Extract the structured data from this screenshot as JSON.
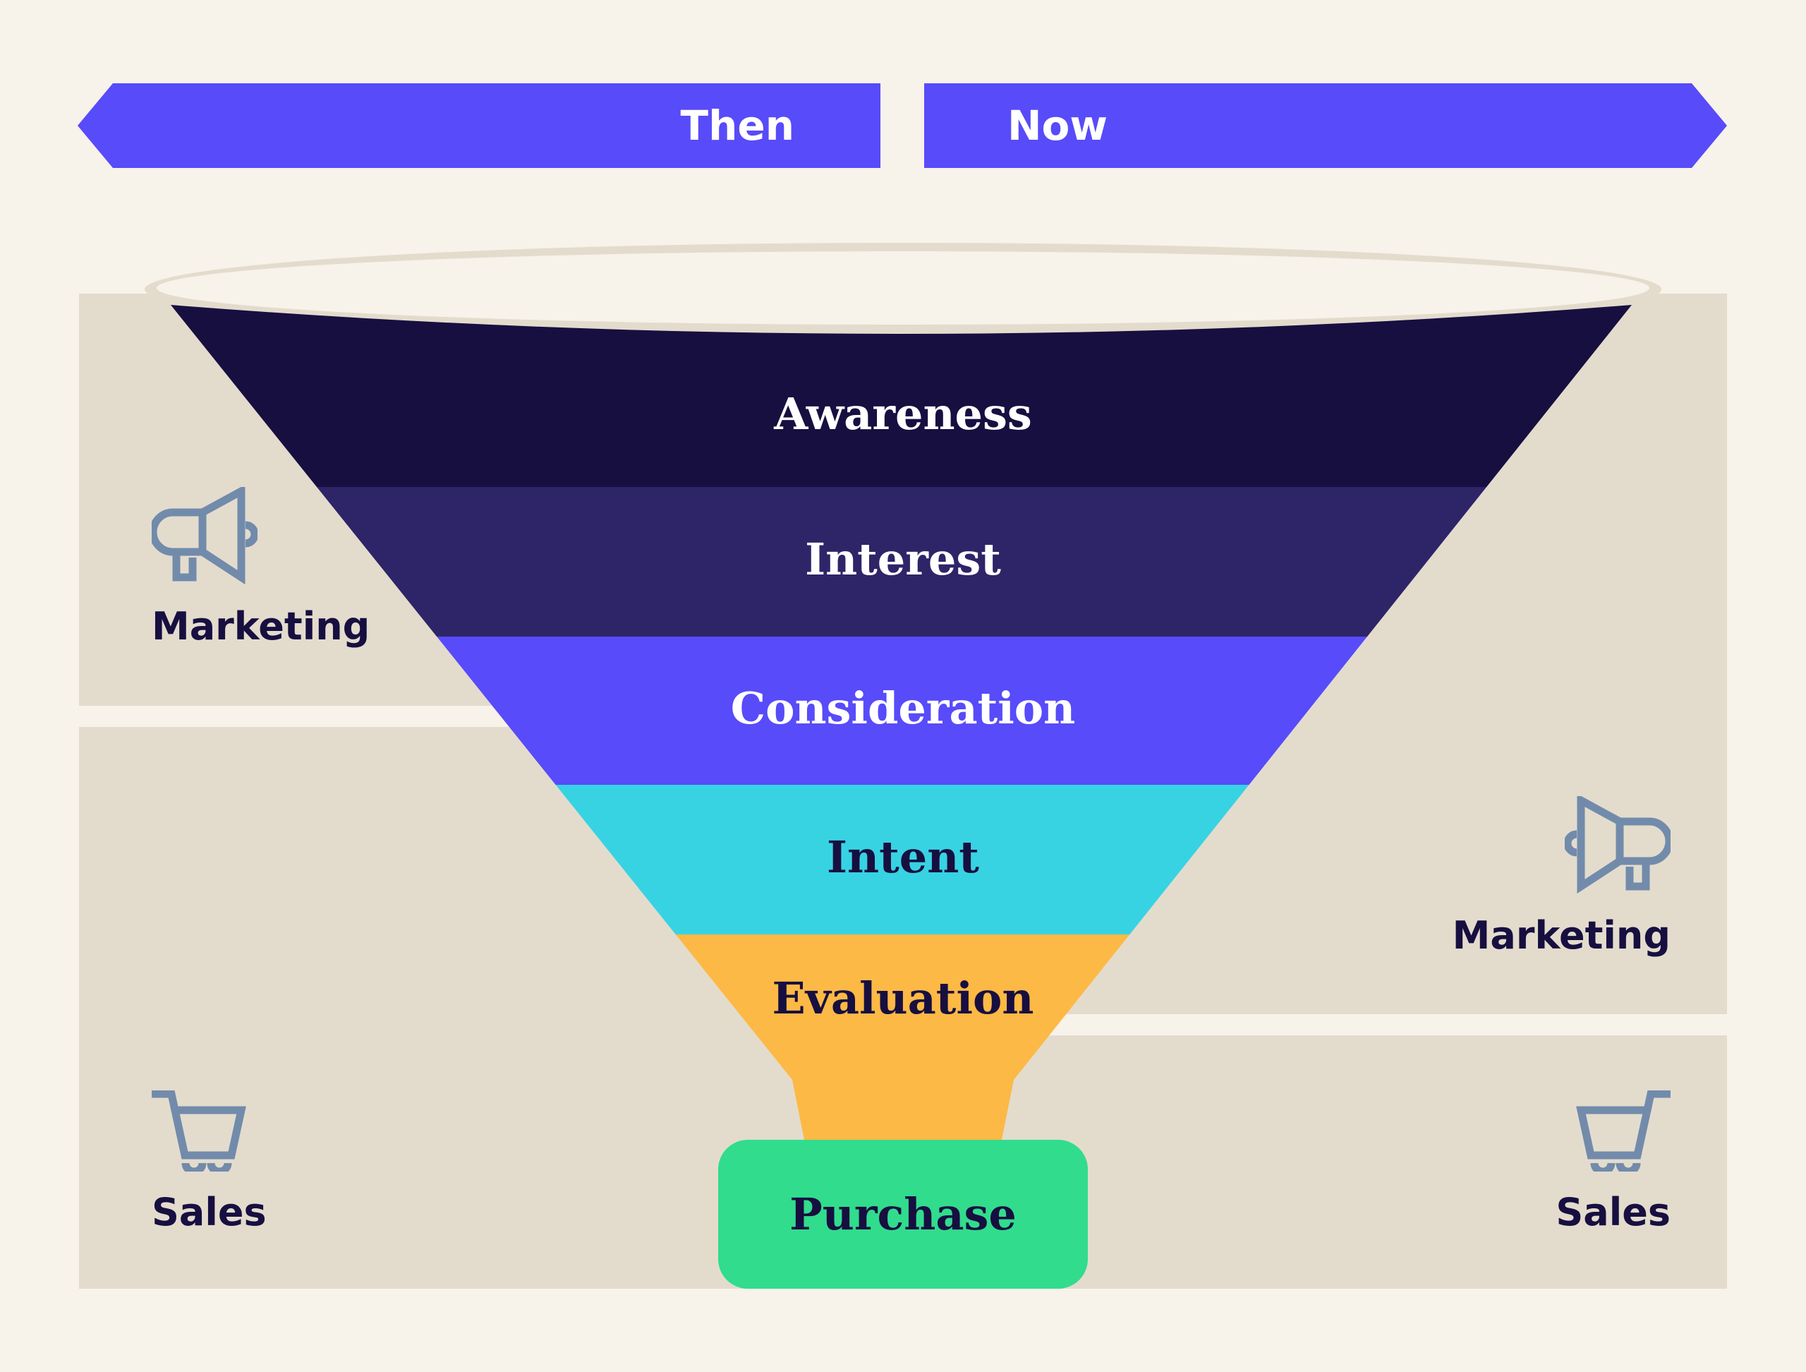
{
  "banners": {
    "then_label": "Then",
    "now_label": "Now",
    "color": "#584bf9"
  },
  "roles": {
    "then_marketing": {
      "label": "Marketing",
      "icon": "megaphone-icon"
    },
    "then_sales": {
      "label": "Sales",
      "icon": "shopping-cart-icon"
    },
    "now_marketing": {
      "label": "Marketing",
      "icon": "megaphone-icon"
    },
    "now_sales": {
      "label": "Sales",
      "icon": "shopping-cart-icon"
    }
  },
  "funnel": {
    "stages": [
      {
        "label": "Awareness",
        "color": "#170f40",
        "text_color": "#ffffff"
      },
      {
        "label": "Interest",
        "color": "#2e2468",
        "text_color": "#ffffff"
      },
      {
        "label": "Consideration",
        "color": "#584bf9",
        "text_color": "#ffffff"
      },
      {
        "label": "Intent",
        "color": "#37d3e3",
        "text_color": "#170f40"
      },
      {
        "label": "Evaluation",
        "color": "#fdb945",
        "text_color": "#170f40"
      }
    ],
    "outcome": {
      "label": "Purchase",
      "color": "#31dc8d"
    }
  },
  "colors": {
    "background": "#f7f2ea",
    "panel": "#e3dccd",
    "icon": "#728bab",
    "text_dark": "#170f40"
  }
}
